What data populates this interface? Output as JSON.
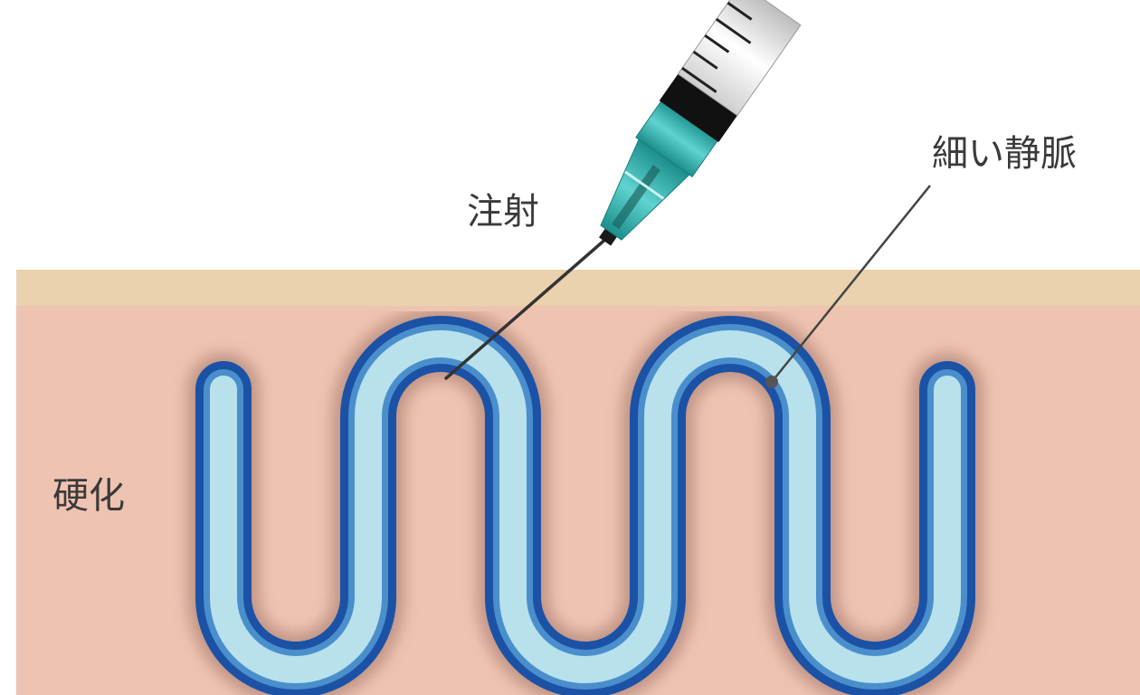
{
  "labels": {
    "injection": "注射",
    "thin_vein": "細い静脈",
    "hardening": "硬化"
  },
  "colors": {
    "skin_surface": "#ead2ae",
    "skin": "#efc3b1",
    "vein_outer": "#1b52a6",
    "vein_inner": "#b8e1ec",
    "syringe_hub": "#2fb6b3",
    "needle": "#333333",
    "leader_line": "#444444"
  },
  "icons": {
    "syringe": "syringe-icon"
  }
}
